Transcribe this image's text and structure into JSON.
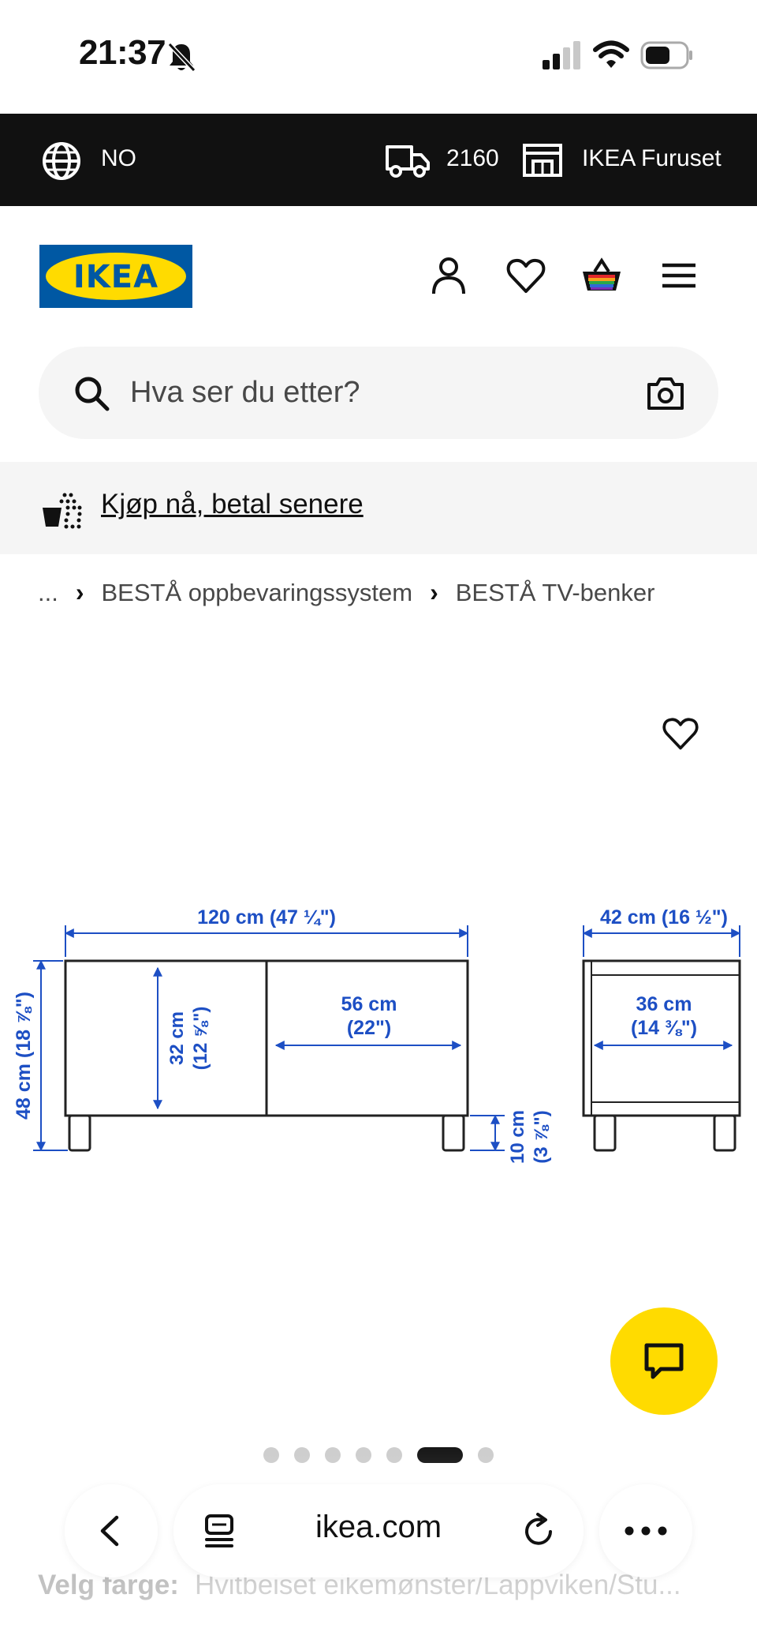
{
  "status": {
    "time": "21:37"
  },
  "top_bar": {
    "country": "NO",
    "postal_code": "2160",
    "store": "IKEA Furuset"
  },
  "header": {
    "logo_text": "IKEA"
  },
  "search": {
    "placeholder": "Hva ser du etter?"
  },
  "promo": {
    "text": "Kjøp nå, betal senere"
  },
  "breadcrumb": {
    "ellipsis": "...",
    "items": [
      "BESTÅ oppbevaringssystem",
      "BESTÅ TV-benker"
    ]
  },
  "dimensions": {
    "width": "120 cm (47 ¼\")",
    "height": "48 cm (18 ⅞\")",
    "inner_height_cm": "32 cm",
    "inner_height_in": "(12 ⅝\")",
    "drawer_width_cm": "56 cm",
    "drawer_width_in": "(22\")",
    "leg_height_cm": "10 cm",
    "leg_height_in": "(3 ⅞\")",
    "depth": "42 cm (16 ½\")",
    "inner_depth_cm": "36 cm",
    "inner_depth_in": "(14 ⅜\")"
  },
  "carousel": {
    "count": 7,
    "active_index": 5
  },
  "product": {
    "color_label": "Velg farge:",
    "color_value": "Hvitbeiset eikemønster/Lappviken/Stu..."
  },
  "browser": {
    "url": "ikea.com"
  },
  "colors": {
    "ikea_blue": "#0058a3",
    "ikea_yellow": "#ffdb00",
    "dimension_blue": "#1d4fc4"
  },
  "icons": [
    "bell-off-icon",
    "signal-icon",
    "wifi-icon",
    "battery-icon",
    "globe-icon",
    "truck-icon",
    "store-icon",
    "user-icon",
    "heart-icon",
    "basket-icon",
    "menu-icon",
    "search-icon",
    "camera-icon",
    "promo-icon",
    "favourite-icon",
    "chat-icon",
    "back-icon",
    "tabs-icon",
    "reload-icon",
    "more-icon"
  ]
}
